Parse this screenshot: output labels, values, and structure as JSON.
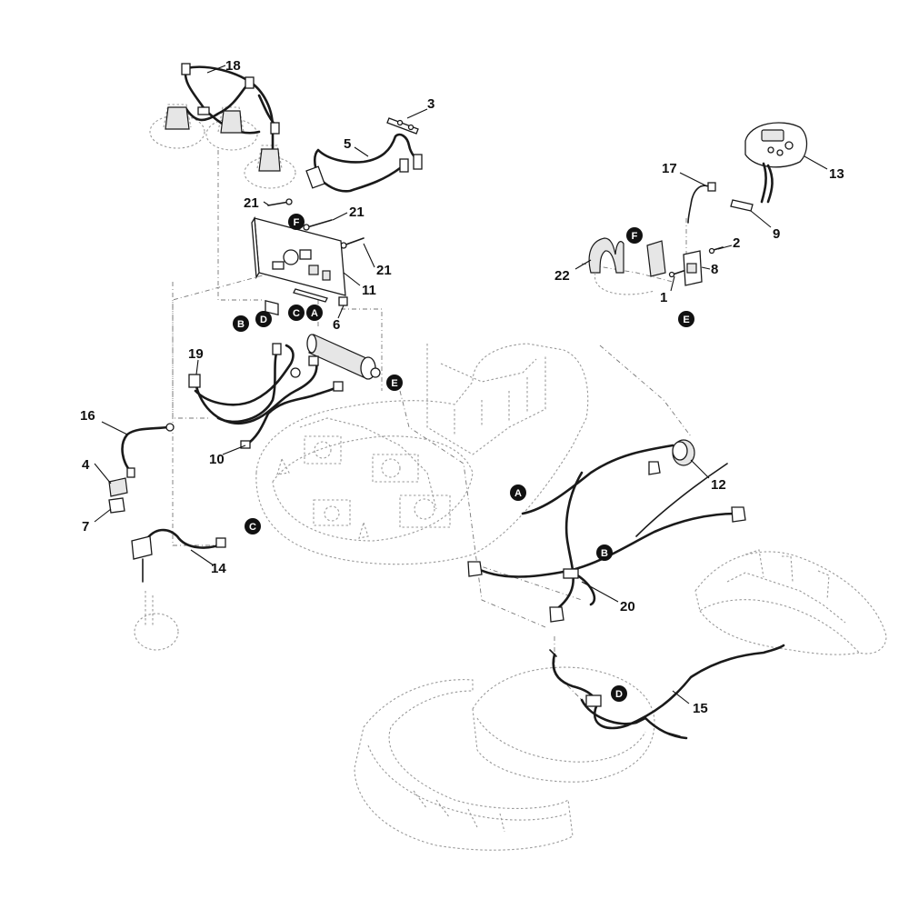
{
  "diagram": {
    "callouts": [
      {
        "id": "c18",
        "label": "18"
      },
      {
        "id": "c3",
        "label": "3"
      },
      {
        "id": "c5",
        "label": "5"
      },
      {
        "id": "c13",
        "label": "13"
      },
      {
        "id": "c17",
        "label": "17"
      },
      {
        "id": "c9",
        "label": "9"
      },
      {
        "id": "c2",
        "label": "2"
      },
      {
        "id": "c8",
        "label": "8"
      },
      {
        "id": "c1",
        "label": "1"
      },
      {
        "id": "c22",
        "label": "22"
      },
      {
        "id": "c21a",
        "label": "21"
      },
      {
        "id": "c21b",
        "label": "21"
      },
      {
        "id": "c21c",
        "label": "21"
      },
      {
        "id": "c11",
        "label": "11"
      },
      {
        "id": "c6",
        "label": "6"
      },
      {
        "id": "c19",
        "label": "19"
      },
      {
        "id": "c16",
        "label": "16"
      },
      {
        "id": "c10",
        "label": "10"
      },
      {
        "id": "c4",
        "label": "4"
      },
      {
        "id": "c7",
        "label": "7"
      },
      {
        "id": "c14",
        "label": "14"
      },
      {
        "id": "c12",
        "label": "12"
      },
      {
        "id": "c20",
        "label": "20"
      },
      {
        "id": "c15",
        "label": "15"
      }
    ],
    "connectors": [
      {
        "id": "kF1",
        "label": "F"
      },
      {
        "id": "kF2",
        "label": "F"
      },
      {
        "id": "kE1",
        "label": "E"
      },
      {
        "id": "kE2",
        "label": "E"
      },
      {
        "id": "kB1",
        "label": "B"
      },
      {
        "id": "kD1",
        "label": "D"
      },
      {
        "id": "kC1",
        "label": "C"
      },
      {
        "id": "kA1",
        "label": "A"
      },
      {
        "id": "kC2",
        "label": "C"
      },
      {
        "id": "kA2",
        "label": "A"
      },
      {
        "id": "kB2",
        "label": "B"
      },
      {
        "id": "kD2",
        "label": "D"
      }
    ],
    "colors": {
      "line": "#1a1a1a",
      "ghost": "#9a9a9a",
      "badge": "#111111"
    }
  }
}
